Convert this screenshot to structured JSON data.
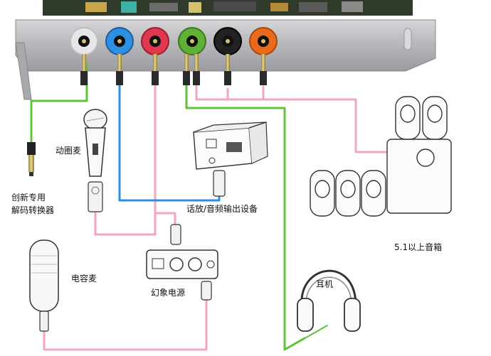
{
  "labels": {
    "converter_line1": "创新专用",
    "converter_line2": "解码转换器",
    "dynamic_mic": "动圈麦",
    "playback_device": "话放/音频输出设备",
    "condenser_mic": "电容麦",
    "phantom_power": "幻象电源",
    "headphones": "耳机",
    "speakers": "5.1以上音箱"
  },
  "ports": [
    {
      "name": "port-white",
      "color": "#e6e6e6",
      "ring": "#bdbdbd"
    },
    {
      "name": "port-blue",
      "color": "#2d8fe0",
      "ring": "#1b5f9c"
    },
    {
      "name": "port-pink",
      "color": "#e0384f",
      "ring": "#9c1f30"
    },
    {
      "name": "port-green",
      "color": "#5fb036",
      "ring": "#3a7a1f"
    },
    {
      "name": "port-black",
      "color": "#222222",
      "ring": "#000000"
    },
    {
      "name": "port-orange",
      "color": "#e86a1c",
      "ring": "#a84710"
    }
  ],
  "colors": {
    "cable_pink": "#f2a7bf",
    "cable_blue": "#2d8fe0",
    "cable_green": "#5fc23a",
    "bracket": "#b9b9bd",
    "card_pcb": "#2f3a2a"
  }
}
